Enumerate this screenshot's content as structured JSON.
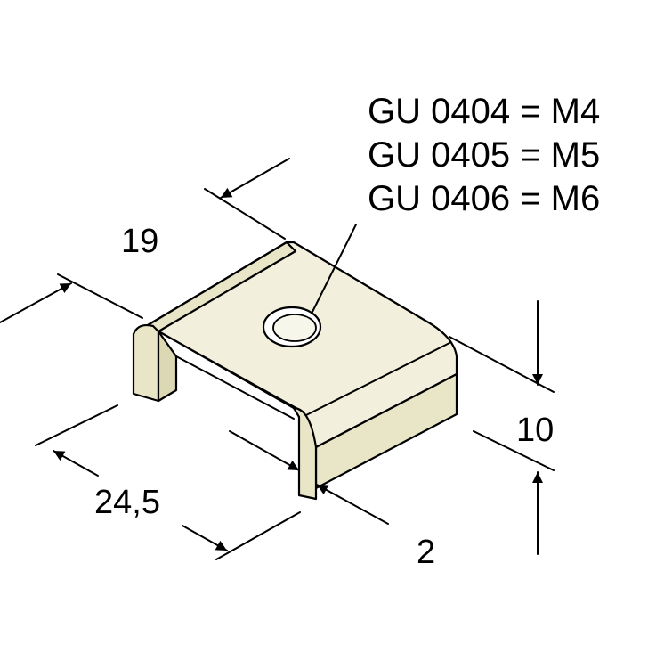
{
  "labels": {
    "line1": "GU 0404 = M4",
    "line2": "GU 0405 = M5",
    "line3": "GU 0406 = M6"
  },
  "dimensions": {
    "width": "19",
    "length": "24,5",
    "height": "10",
    "thickness": "2"
  },
  "colors": {
    "line": "#000000",
    "background": "#ffffff",
    "metal_top": "#f2f0dc",
    "metal_side": "#e9e6c8",
    "metal_shadow": "#dcd8b4"
  }
}
